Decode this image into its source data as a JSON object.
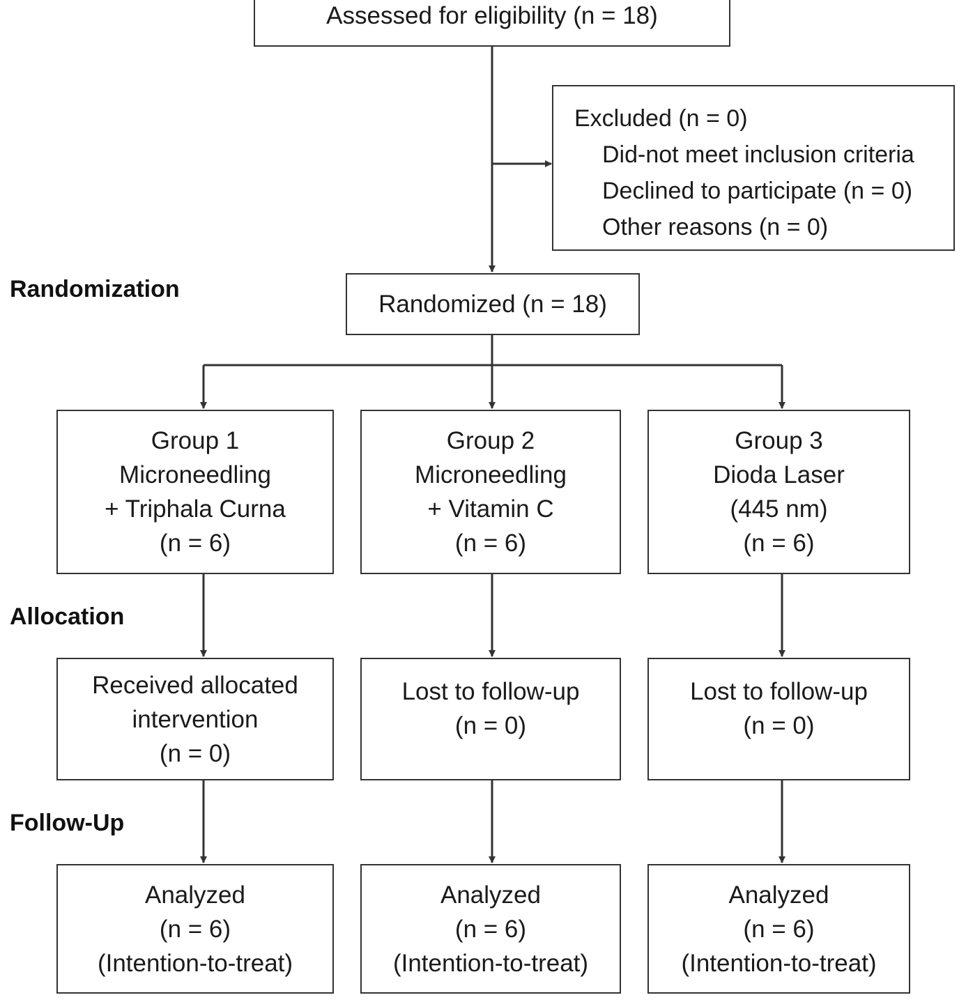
{
  "stage_labels": {
    "randomization": "Randomization",
    "allocation": "Allocation",
    "follow_up": "Follow-Up"
  },
  "assessed": {
    "text": "Assessed for eligibility (n = 18)"
  },
  "excluded": {
    "title": "Excluded (n = 0)",
    "reasons": [
      "Did-not meet inclusion criteria",
      "Declined to participate (n = 0)",
      "Other reasons (n = 0)"
    ]
  },
  "randomized": {
    "text": "Randomized (n = 18)"
  },
  "groups": [
    {
      "lines": [
        "Group 1",
        "Microneedling",
        "+ Triphala Curna",
        "(n = 6)"
      ]
    },
    {
      "lines": [
        "Group 2",
        "Microneedling",
        "+ Vitamin C",
        "(n = 6)"
      ]
    },
    {
      "lines": [
        "Group 3",
        "Dioda Laser",
        "(445 nm)",
        "(n = 6)"
      ]
    }
  ],
  "allocation_outcomes": [
    {
      "lines": [
        "Received allocated",
        "intervention",
        "(n = 0)"
      ]
    },
    {
      "lines": [
        "Lost to follow-up",
        "(n = 0)"
      ]
    },
    {
      "lines": [
        "Lost to follow-up",
        "(n = 0)"
      ]
    }
  ],
  "analysis": [
    {
      "lines": [
        "Analyzed",
        "(n = 6)",
        "(Intention-to-treat)"
      ]
    },
    {
      "lines": [
        "Analyzed",
        "(n = 6)",
        "(Intention-to-treat)"
      ]
    },
    {
      "lines": [
        "Analyzed",
        "(n = 6)",
        "(Intention-to-treat)"
      ]
    }
  ],
  "colors": {
    "border": "#333333",
    "text": "#1a1a1a",
    "background": "#ffffff"
  }
}
